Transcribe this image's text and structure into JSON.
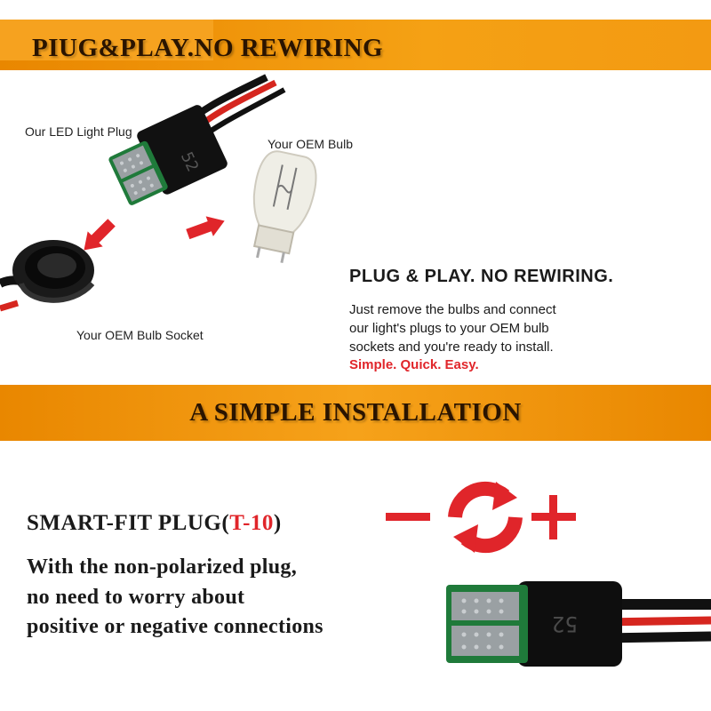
{
  "top_banner": {
    "title": "PIUG&PLAY.NO REWIRING"
  },
  "captions": {
    "led_plug": "Our LED Light Plug",
    "oem_bulb": "Your OEM Bulb",
    "oem_socket": "Your OEM Bulb Socket"
  },
  "plug_play": {
    "title": "PLUG & PLAY. NO REWIRING.",
    "body_lines": [
      "Just remove the bulbs and connect",
      "our light's plugs to your OEM bulb",
      "sockets and you're ready to install."
    ],
    "tagline": "Simple. Quick. Easy."
  },
  "mid_banner": {
    "title": "A SIMPLE INSTALLATION"
  },
  "smart_fit": {
    "title_prefix": "SMART-FIT PLUG(",
    "title_model": "T-10",
    "title_suffix": ")",
    "desc_lines": [
      "With the non-polarized plug,",
      "no need to worry about",
      "positive or negative connections"
    ],
    "plug_marking": "52"
  },
  "colors": {
    "banner_orange": "#f39a12",
    "accent_red": "#e0252a",
    "pcb_green": "#1f7a3a"
  }
}
